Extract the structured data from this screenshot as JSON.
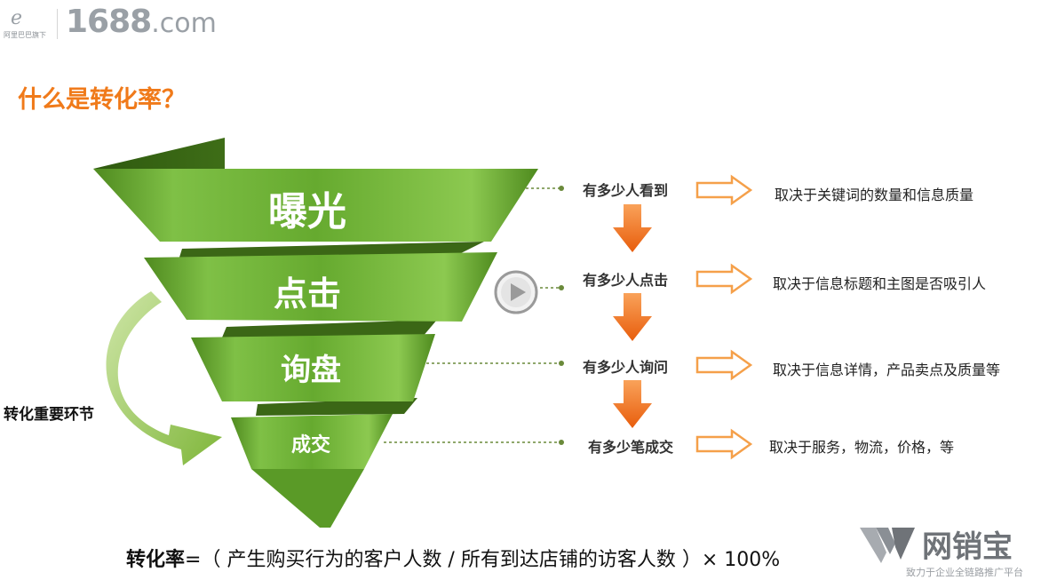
{
  "header": {
    "brand_sub": "阿里巴巴旗下",
    "site_main": "1688",
    "site_tld": ".com"
  },
  "title": "什么是转化率？",
  "funnel": {
    "stages": [
      {
        "label": "曝光",
        "question": "有多少人看到",
        "detail": "取决于关键词的数量和信息质量"
      },
      {
        "label": "点击",
        "question": "有多少人点击",
        "detail": "取决于信息标题和主图是否吸引人"
      },
      {
        "label": "询盘",
        "question": "有多少人询问",
        "detail": "取决于信息详情，产品卖点及质量等"
      },
      {
        "label": "成交",
        "question": "有多少笔成交",
        "detail": "取决于服务，物流，价格，等"
      }
    ]
  },
  "side_label": "转化重要环节",
  "formula": {
    "bold": "转化率",
    "rest": "=（ 产生购买行为的客户人数 / 所有到达店铺的访客人数 ）× 100%"
  },
  "brand": {
    "name": "网销宝",
    "slogan": "致力于企业全链路推广平台"
  },
  "colors": {
    "accent_orange": "#f07a1a",
    "funnel_green": "#6db33f",
    "arrow_orange": "#f58220"
  }
}
